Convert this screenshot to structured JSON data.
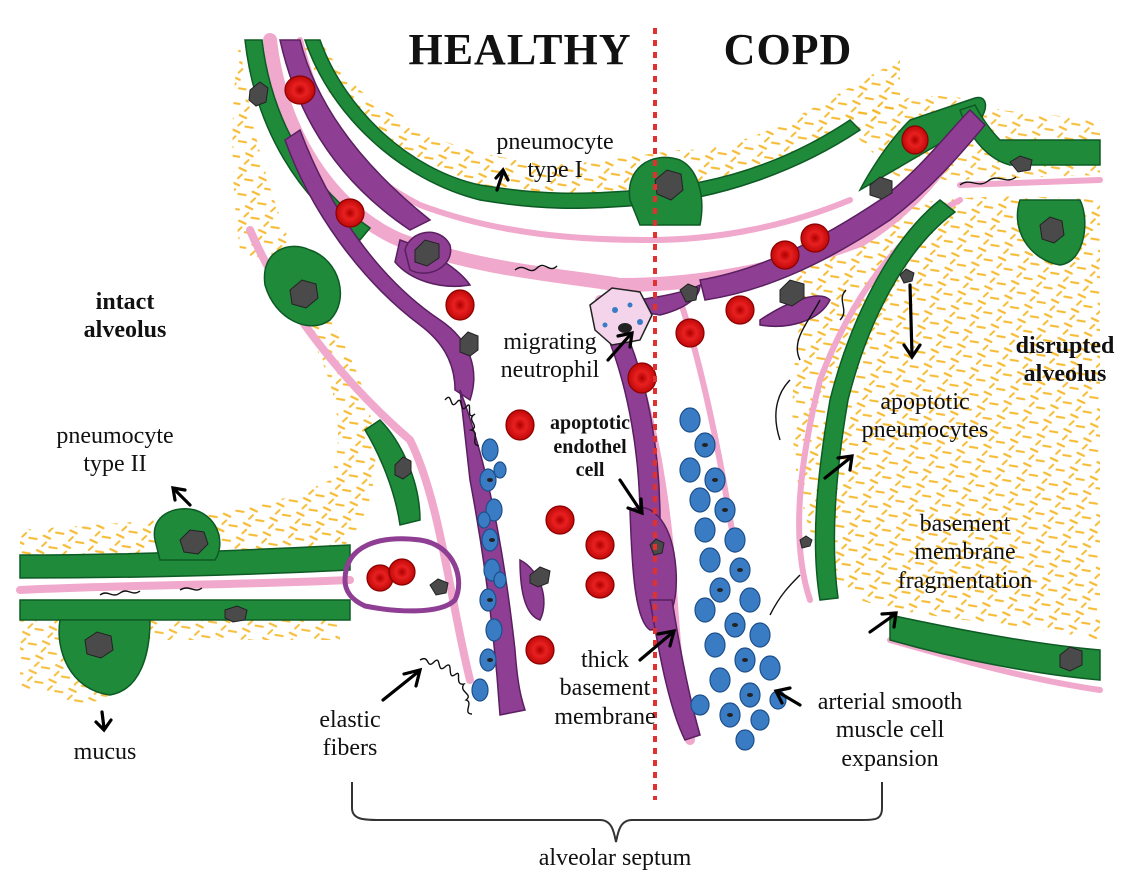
{
  "titles": {
    "healthy": "HEALTHY",
    "copd": "COPD"
  },
  "labels": {
    "intact_alveolus": "intact\nalveolus",
    "disrupted_alveolus": "disrupted\nalveolus",
    "pneumocyte_type_1": "pneumocyte\ntype I",
    "pneumocyte_type_2": "pneumocyte\ntype II",
    "migrating_neutrophil": "migrating\nneutrophil",
    "apoptotic_endothel_cell": "apoptotic\nendothel\ncell",
    "apoptotic_pneumocytes": "apoptotic\npneumocytes",
    "basement_membrane_fragmentation": "basement\nmembrane\nfragmentation",
    "thick_basement_membrane": "thick\nbasement\nmembrane",
    "arterial_smooth_muscle": "arterial smooth\nmuscle cell\nexpansion",
    "elastic_fibers": "elastic\nfibers",
    "mucus": "mucus",
    "alveolar_septum": "alveolar septum"
  },
  "colors": {
    "epithelium": "#1f8a3a",
    "basement_membrane": "#f0a8cc",
    "endothelium": "#8e3e93",
    "erythrocyte": "#e01818",
    "nucleus": "#4a4a4a",
    "mucus": "#f5b82a",
    "smooth_muscle": "#3a7cc4",
    "divider": "#e03030"
  }
}
